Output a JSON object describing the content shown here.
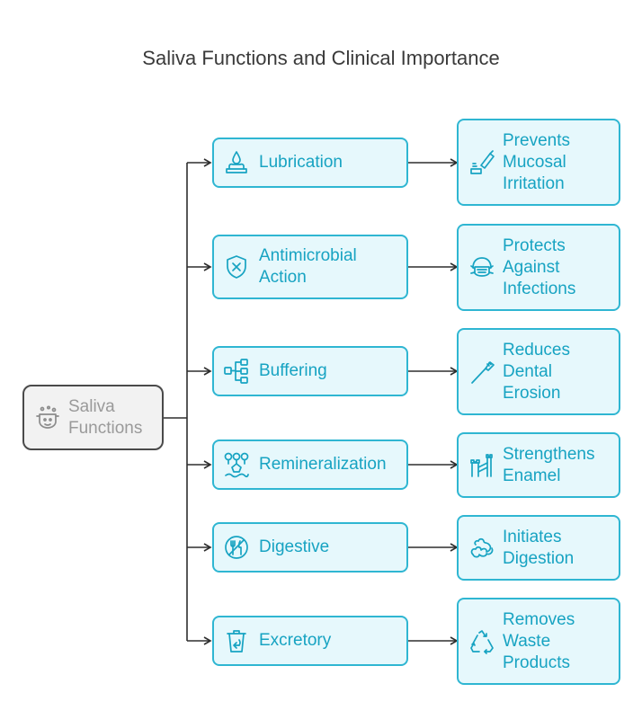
{
  "title": "Saliva Functions and Clinical Importance",
  "root": {
    "label_line1": "Saliva",
    "label_line2": "Functions",
    "icon": "saliva-icon"
  },
  "functions": [
    {
      "label_line1": "Lubrication",
      "label_line2": "",
      "icon": "lubrication-icon",
      "outcome": [
        "Prevents",
        "Mucosal",
        "Irritation"
      ],
      "outcome_icon": "ointment-icon"
    },
    {
      "label_line1": "Antimicrobial",
      "label_line2": "Action",
      "icon": "shield-x-icon",
      "outcome": [
        "Protects",
        "Against",
        "Infections"
      ],
      "outcome_icon": "face-mask-icon"
    },
    {
      "label_line1": "Buffering",
      "label_line2": "",
      "icon": "flow-chart-icon",
      "outcome": [
        "Reduces",
        "Dental",
        "Erosion"
      ],
      "outcome_icon": "toothbrush-icon"
    },
    {
      "label_line1": "Remineralization",
      "label_line2": "",
      "icon": "minerals-icon",
      "outcome": [
        "Strengthens",
        "Enamel"
      ],
      "outcome_icon": "castle-wall-icon"
    },
    {
      "label_line1": "Digestive",
      "label_line2": "",
      "icon": "no-eating-icon",
      "outcome": [
        "Initiates",
        "Digestion"
      ],
      "outcome_icon": "intestine-icon"
    },
    {
      "label_line1": "Excretory",
      "label_line2": "",
      "icon": "recycle-bin-icon",
      "outcome": [
        "Removes",
        "Waste",
        "Products"
      ],
      "outcome_icon": "recycle-icon"
    }
  ],
  "colors": {
    "accent": "#17a3c2",
    "node_fill": "#e6f8fc",
    "node_border": "#2fb6d2",
    "root_border": "#4a4a4a",
    "root_text": "#9a9a9a",
    "connector": "#2e2e2e"
  }
}
